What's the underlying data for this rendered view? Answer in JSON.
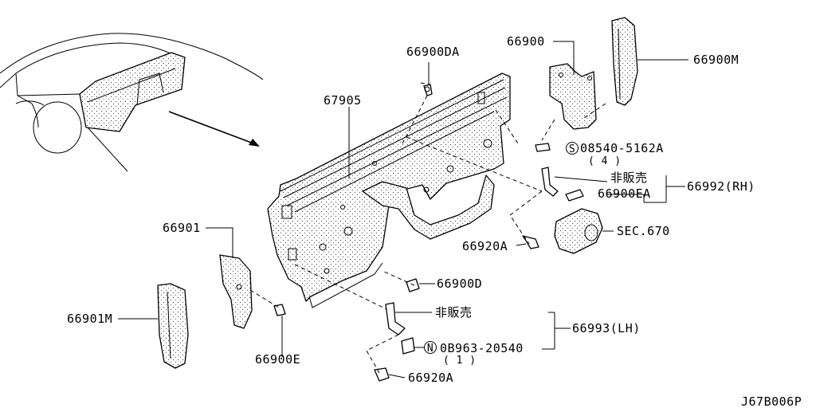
{
  "diagram": {
    "labels": {
      "p66900DA": "66900DA",
      "p67905": "67905",
      "p66900": "66900",
      "p66900M": "66900M",
      "p08540": "08540-5162A",
      "p08540_qty": "( 4 )",
      "p_hihanbai_rh": "非販売",
      "p66900EA": "66900EA",
      "p66992": "66992(RH)",
      "pSEC670": "SEC.670",
      "p66920A_top": "66920A",
      "p66901": "66901",
      "p66901M": "66901M",
      "p66900D": "66900D",
      "p_hihanbai_lh": "非販売",
      "p66993": "66993(LH)",
      "p0B963": "0B963-20540",
      "p0B963_qty": "( 1 )",
      "p66900E": "66900E",
      "p66920A_bottom": "66920A",
      "diagram_code": "J67B006P"
    },
    "symbols": {
      "s_circle": "S",
      "n_circle": "N"
    }
  }
}
